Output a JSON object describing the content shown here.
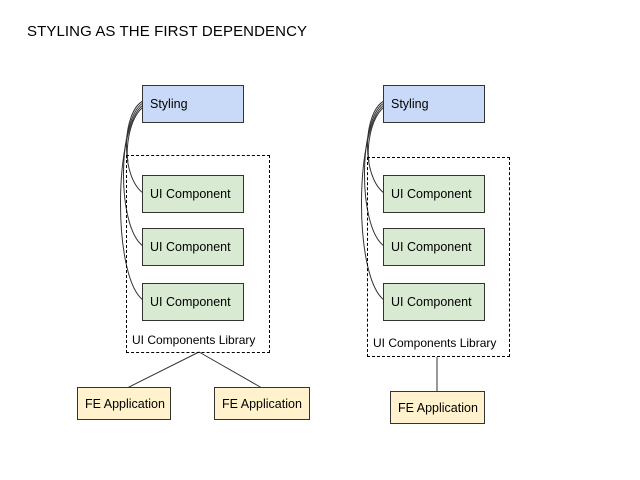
{
  "title": "STYLING AS THE FIRST DEPENDENCY",
  "left": {
    "styling": "Styling",
    "components": [
      "UI Component",
      "UI Component",
      "UI Component"
    ],
    "library": "UI Components Library",
    "apps": [
      "FE Application",
      "FE Application"
    ]
  },
  "right": {
    "styling": "Styling",
    "components": [
      "UI Component",
      "UI Component",
      "UI Component"
    ],
    "library": "UI Components Library",
    "apps": [
      "FE Application"
    ]
  },
  "colors": {
    "styling": "#c9daf8",
    "component": "#d9ead3",
    "application": "#fff2cc"
  }
}
